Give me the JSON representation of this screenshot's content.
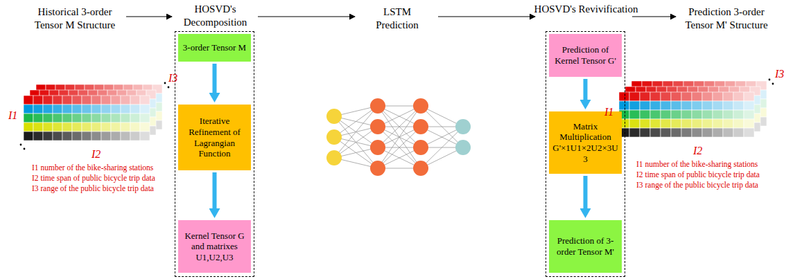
{
  "diagram": {
    "nodes": [
      {
        "text": [
          "HOSVD's Decomposition"
        ]
      },
      {
        "text": [
          "3-order Tensor M"
        ],
        "in": 0
      },
      {
        "text": [
          "Iterative Refinement of Lagrangian Function"
        ],
        "in": 0
      },
      {
        "text": [
          "Kernel Tensor G and matrixes U1,U2,U3"
        ],
        "in": 0
      },
      {
        "text": [
          "HOSVD's Revivification"
        ]
      },
      {
        "text": [
          "Prediction of Kernel Tensor G'"
        ],
        "in": 4
      },
      {
        "text": [
          "Matrix Multiplication G'×1U1×2U2×3U3"
        ],
        "in": 4
      },
      {
        "text": [
          "Prediction of 3-order Tensor M'"
        ],
        "in": 4
      }
    ],
    "edges": [
      {
        "from": 1,
        "to": 2,
        "arrow": "to"
      },
      {
        "from": 2,
        "to": 3,
        "arrow": "to"
      },
      {
        "from": 5,
        "to": 6,
        "arrow": "to"
      },
      {
        "from": 6,
        "to": 7,
        "arrow": "to"
      }
    ],
    "labels": [
      "Historical 3-order Tensor M Structure",
      "LSTM Prediction",
      "Prediction 3-order Tensor M' Structure",
      "I1",
      "I2",
      "I3",
      "I1 number of the bike-sharing stations",
      "I2 time span of public bicycle trip data",
      "I3 range of the public bicycle trip data",
      "I1",
      "I2",
      "I3",
      "I1 number of the bike-sharing stations",
      "I2 time span of public bicycle trip data",
      "I3 range of the public bicycle trip data"
    ]
  }
}
